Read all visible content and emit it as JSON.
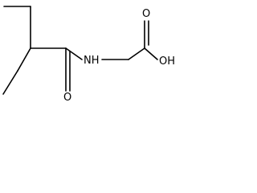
{
  "molecule": {
    "atoms": {
      "nitrogen_label": "NH",
      "carbonyl_oxygen_label": "O",
      "acid_carbonyl_oxygen_label": "O",
      "acid_hydroxyl_label": "OH"
    },
    "colors": {
      "bond": "#000000",
      "background": "#ffffff"
    }
  }
}
